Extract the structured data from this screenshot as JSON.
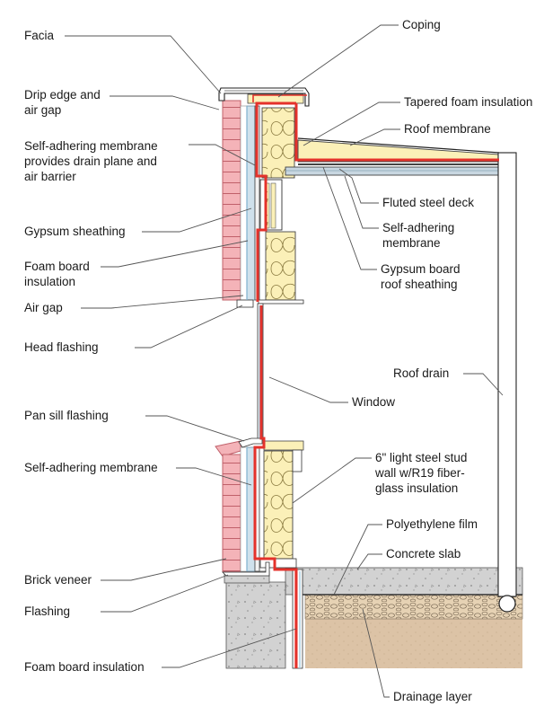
{
  "labels": {
    "facia": "Facia",
    "drip_edge_1": "Drip edge and",
    "drip_edge_2": "air gap",
    "sam_1": "Self-adhering membrane",
    "sam_2": "provides drain plane and",
    "sam_3": "air barrier",
    "gypsum_sheathing": "Gypsum sheathing",
    "foam_board_1": "Foam board",
    "foam_board_2": "insulation",
    "air_gap": "Air gap",
    "head_flashing": "Head flashing",
    "pan_sill_flashing": "Pan sill flashing",
    "sam_lower": "Self-adhering membrane",
    "brick_veneer": "Brick veneer",
    "flashing": "Flashing",
    "foam_board_bottom": "Foam board insulation",
    "coping": "Coping",
    "tapered_foam": "Tapered foam insulation",
    "roof_membrane": "Roof membrane",
    "fluted_deck": "Fluted steel deck",
    "sam_right_1": "Self-adhering",
    "sam_right_2": "membrane",
    "gypsum_roof_1": "Gypsum board",
    "gypsum_roof_2": "roof sheathing",
    "roof_drain": "Roof drain",
    "window": "Window",
    "stud_1": "6\" light steel stud",
    "stud_2": "wall w/R19 fiber-",
    "stud_3": "glass insulation",
    "poly_film": "Polyethylene film",
    "concrete_slab": "Concrete slab",
    "drainage_layer": "Drainage layer"
  },
  "colors": {
    "brick": "#f4b3b8",
    "brick_line": "#c0606a",
    "air_barrier": "#e4322b",
    "insulation": "#fbf0b8",
    "concrete": "#d2d2d2",
    "gravel": "#e6d2b4",
    "soil": "#dcc3a6",
    "blue": "#9fc6dc",
    "deck": "#c8d7e1"
  }
}
